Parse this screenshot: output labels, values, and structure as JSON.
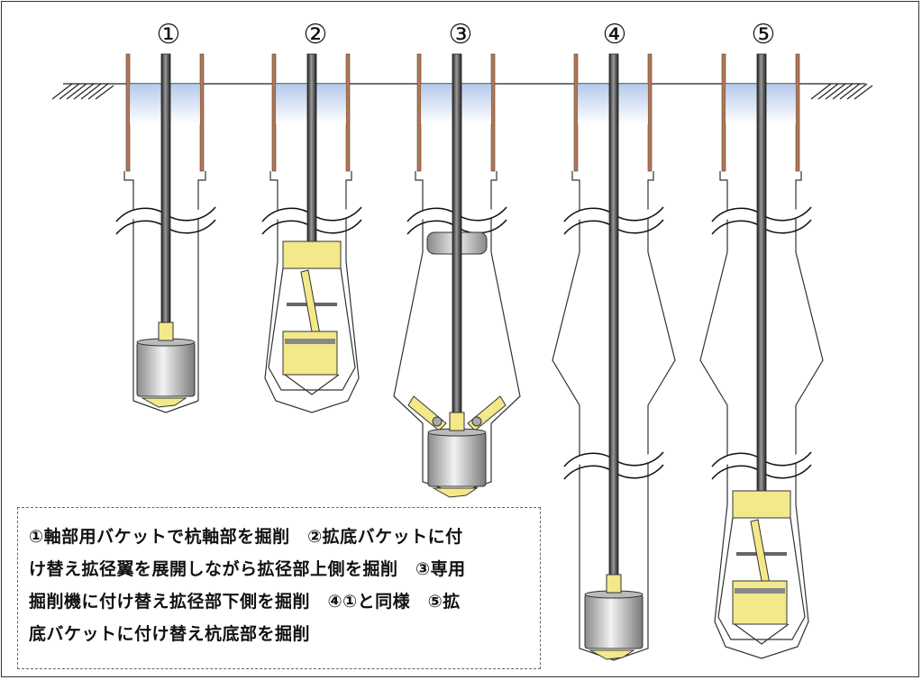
{
  "step_labels": [
    "①",
    "②",
    "③",
    "④",
    "⑤"
  ],
  "caption": {
    "lines": [
      "①軸部用バケットで杭軸部を掘削　②拡底バケットに付",
      "け替え拡径翼を展開しながら拡径部上側を掘削　③専用",
      "掘削機に付け替え拡径部下側を掘削　④①と同様　⑤拡",
      "底バケットに付け替え杭底部を掘削"
    ]
  },
  "colors": {
    "water": "#cfdcf0",
    "casing": "#b07858",
    "rod": "#555555",
    "bucket_body": "#d8d8d8",
    "yellow_parts": "#f3e88a",
    "ring": "#cccccc"
  }
}
